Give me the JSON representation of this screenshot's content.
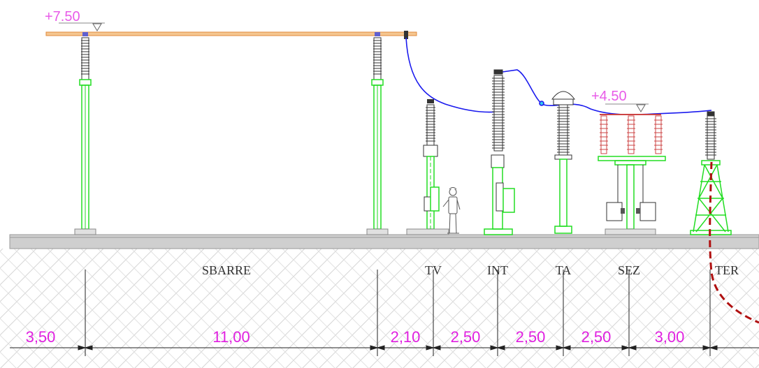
{
  "elevations": {
    "top": "+7.50",
    "mid": "+4.50"
  },
  "labels": [
    "SBARRE",
    "TV",
    "INT",
    "TA",
    "SEZ",
    "TER"
  ],
  "dimensions": [
    "3,50",
    "11,00",
    "2,10",
    "2,50",
    "2,50",
    "2,50",
    "3,00"
  ],
  "colors": {
    "support": "#22dd22",
    "conductor": "#1a1aee",
    "busbar": "#e8a050",
    "elevation_text": "#e85be8",
    "dimension_text": "#e020e0",
    "ground_cable": "#b01010",
    "insulator_red": "#cc4444"
  }
}
